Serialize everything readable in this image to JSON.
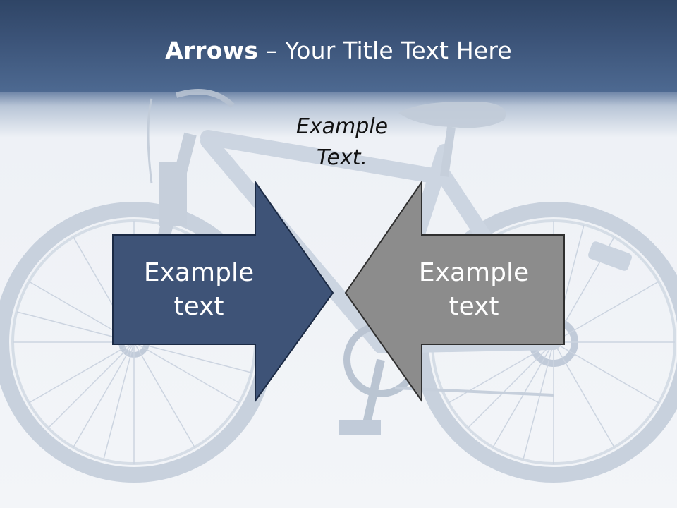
{
  "slide": {
    "title_bold": "Arrows",
    "title_rest": " – Your Title Text Here",
    "caption_line1": "Example",
    "caption_line2": "Text.",
    "arrow_left": {
      "line1": "Example",
      "line2": "text",
      "color": "#3e5377"
    },
    "arrow_right": {
      "line1": "Example",
      "line2": "text",
      "color": "#8c8c8c"
    },
    "background_image": "bicycle-photo"
  }
}
